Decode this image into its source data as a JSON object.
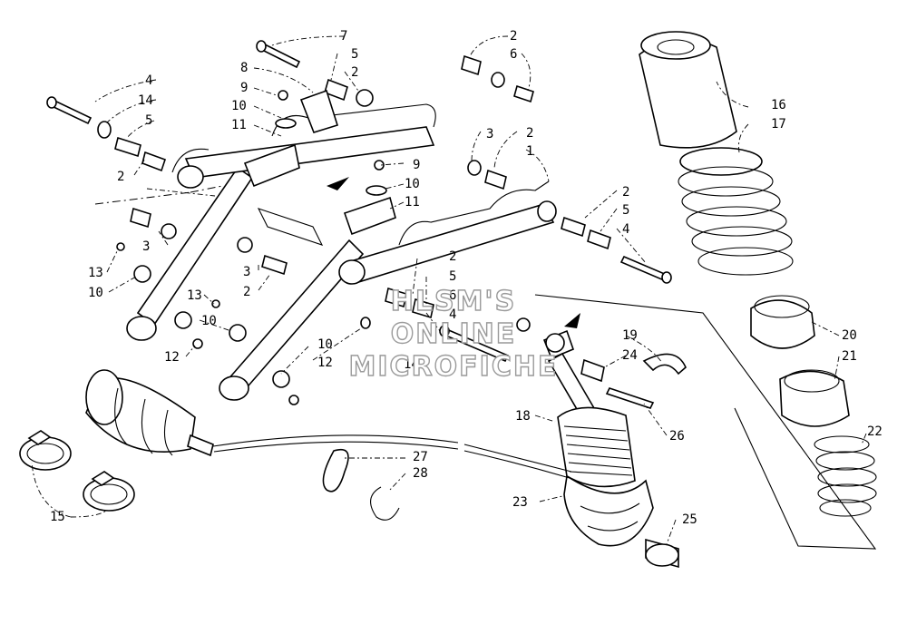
{
  "diagram": {
    "callouts": {
      "c1": "1",
      "c2a": "2",
      "c2b": "2",
      "c2c": "2",
      "c2d": "2",
      "c2e": "2",
      "c2f": "2",
      "c2g": "2",
      "c3a": "3",
      "c3b": "3",
      "c3c": "3",
      "c4a": "4",
      "c4b": "4",
      "c4c": "4",
      "c5a": "5",
      "c5b": "5",
      "c5c": "5",
      "c5d": "5",
      "c6a": "6",
      "c6b": "6",
      "c7": "7",
      "c8": "8",
      "c9a": "9",
      "c9b": "9",
      "c10a": "10",
      "c10b": "10",
      "c10c": "10",
      "c10d": "10",
      "c10e": "10",
      "c11a": "11",
      "c11b": "11",
      "c12a": "12",
      "c12b": "12",
      "c13a": "13",
      "c13b": "13",
      "c14a": "14",
      "c14b": "14",
      "c15": "15",
      "c16": "16",
      "c17": "17",
      "c18": "18",
      "c19": "19",
      "c20": "20",
      "c21": "21",
      "c22": "22",
      "c23": "23",
      "c24": "24",
      "c25": "25",
      "c26": "26",
      "c27": "27",
      "c28": "28"
    },
    "watermark": [
      "HLSM'S",
      "ONLINE",
      "MICROFICHE"
    ]
  }
}
